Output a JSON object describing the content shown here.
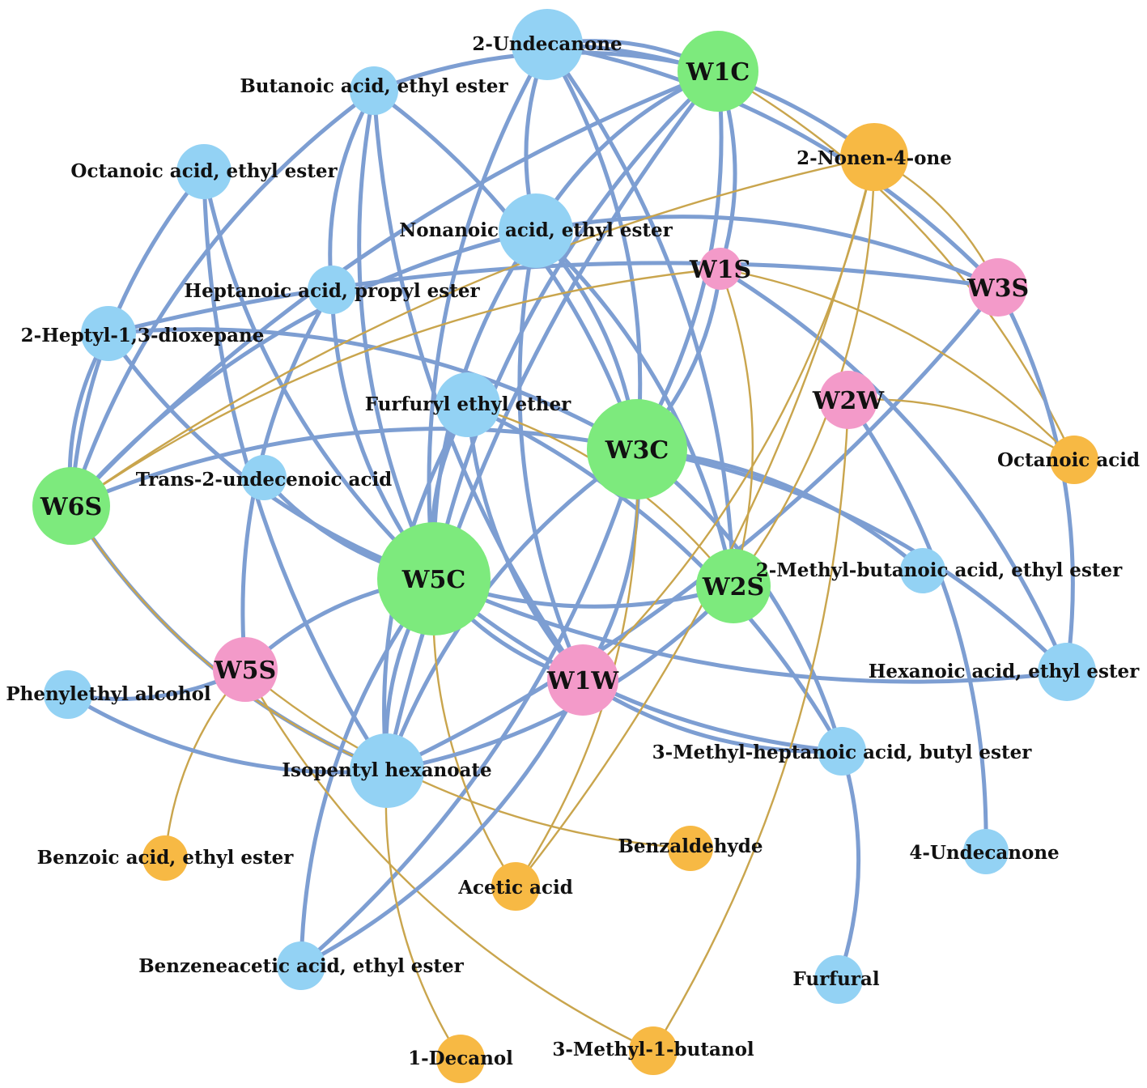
{
  "colors": {
    "sensor_green": "#7dea7d",
    "sensor_pink": "#f39ac9",
    "compound_blue": "#93d2f4",
    "compound_orange": "#f7b944",
    "edge_blue": "#7d9ed2",
    "edge_gold": "#c9a54d",
    "label": "#111111"
  },
  "nodes": [
    {
      "id": "W1C",
      "label": "W1C",
      "group": "sensor_green"
    },
    {
      "id": "W3C",
      "label": "W3C",
      "group": "sensor_green"
    },
    {
      "id": "W5C",
      "label": "W5C",
      "group": "sensor_green"
    },
    {
      "id": "W6S",
      "label": "W6S",
      "group": "sensor_green"
    },
    {
      "id": "W2S",
      "label": "W2S",
      "group": "sensor_green"
    },
    {
      "id": "W1S",
      "label": "W1S",
      "group": "sensor_pink"
    },
    {
      "id": "W3S",
      "label": "W3S",
      "group": "sensor_pink"
    },
    {
      "id": "W2W",
      "label": "W2W",
      "group": "sensor_pink"
    },
    {
      "id": "W5S",
      "label": "W5S",
      "group": "sensor_pink"
    },
    {
      "id": "W1W",
      "label": "W1W",
      "group": "sensor_pink"
    },
    {
      "id": "undecanone2",
      "label": "2-Undecanone",
      "group": "compound_blue"
    },
    {
      "id": "butanoic",
      "label": "Butanoic acid, ethyl ester",
      "group": "compound_blue"
    },
    {
      "id": "octanoicEE",
      "label": "Octanoic acid, ethyl ester",
      "group": "compound_blue"
    },
    {
      "id": "nonanoic",
      "label": "Nonanoic acid, ethyl ester",
      "group": "compound_blue"
    },
    {
      "id": "heptanoic",
      "label": "Heptanoic acid, propyl ester",
      "group": "compound_blue"
    },
    {
      "id": "heptyl",
      "label": "2-Heptyl-1,3-dioxepane",
      "group": "compound_blue"
    },
    {
      "id": "furfuryl",
      "label": "Furfuryl ethyl ether",
      "group": "compound_blue"
    },
    {
      "id": "trans2",
      "label": "Trans-2-undecenoic acid",
      "group": "compound_blue"
    },
    {
      "id": "methylbut",
      "label": "2-Methyl-butanoic acid, ethyl ester",
      "group": "compound_blue"
    },
    {
      "id": "hexanoic",
      "label": "Hexanoic acid, ethyl ester",
      "group": "compound_blue"
    },
    {
      "id": "methylhept",
      "label": "3-Methyl-heptanoic acid, butyl ester",
      "group": "compound_blue"
    },
    {
      "id": "phenyl",
      "label": "Phenylethyl alcohol",
      "group": "compound_blue"
    },
    {
      "id": "isopentyl",
      "label": "Isopentyl hexanoate",
      "group": "compound_blue"
    },
    {
      "id": "undecanone4",
      "label": "4-Undecanone",
      "group": "compound_blue"
    },
    {
      "id": "benzeneacetic",
      "label": "Benzeneacetic acid, ethyl ester",
      "group": "compound_blue"
    },
    {
      "id": "furfural",
      "label": "Furfural",
      "group": "compound_blue"
    },
    {
      "id": "nonen",
      "label": "2-Nonen-4-one",
      "group": "compound_orange"
    },
    {
      "id": "octanoicAcid",
      "label": "Octanoic acid",
      "group": "compound_orange"
    },
    {
      "id": "benzoic",
      "label": "Benzoic acid, ethyl ester",
      "group": "compound_orange"
    },
    {
      "id": "benzaldehyde",
      "label": "Benzaldehyde",
      "group": "compound_orange"
    },
    {
      "id": "acetic",
      "label": "Acetic acid",
      "group": "compound_orange"
    },
    {
      "id": "decanol",
      "label": "1-Decanol",
      "group": "compound_orange"
    },
    {
      "id": "methylbutanol",
      "label": "3-Methyl-1-butanol",
      "group": "compound_orange"
    }
  ],
  "edges": [
    {
      "source": "W1C",
      "target": "undecanone2",
      "type": "blue"
    },
    {
      "source": "W1C",
      "target": "butanoic",
      "type": "blue"
    },
    {
      "source": "W1C",
      "target": "nonanoic",
      "type": "blue"
    },
    {
      "source": "W1C",
      "target": "W1S",
      "type": "blue"
    },
    {
      "source": "W1C",
      "target": "W5C",
      "type": "blue"
    },
    {
      "source": "W1C",
      "target": "W3C",
      "type": "blue"
    },
    {
      "source": "W1C",
      "target": "W6S",
      "type": "blue"
    },
    {
      "source": "W1C",
      "target": "isopentyl",
      "type": "blue"
    },
    {
      "source": "W1C",
      "target": "octanoicAcid",
      "type": "gold"
    },
    {
      "source": "undecanone2",
      "target": "W3S",
      "type": "blue"
    },
    {
      "source": "undecanone2",
      "target": "nonen",
      "type": "blue"
    },
    {
      "source": "undecanone2",
      "target": "W5C",
      "type": "blue"
    },
    {
      "source": "undecanone2",
      "target": "W3C",
      "type": "blue"
    },
    {
      "source": "undecanone2",
      "target": "W2S",
      "type": "blue"
    },
    {
      "source": "undecanone2",
      "target": "nonanoic",
      "type": "blue"
    },
    {
      "source": "butanoic",
      "target": "W6S",
      "type": "blue"
    },
    {
      "source": "butanoic",
      "target": "W5C",
      "type": "blue"
    },
    {
      "source": "butanoic",
      "target": "W3C",
      "type": "blue"
    },
    {
      "source": "butanoic",
      "target": "heptanoic",
      "type": "blue"
    },
    {
      "source": "butanoic",
      "target": "W1W",
      "type": "blue"
    },
    {
      "source": "octanoicEE",
      "target": "W5C",
      "type": "blue"
    },
    {
      "source": "octanoicEE",
      "target": "W6S",
      "type": "blue"
    },
    {
      "source": "octanoicEE",
      "target": "isopentyl",
      "type": "blue"
    },
    {
      "source": "nonanoic",
      "target": "W3S",
      "type": "blue"
    },
    {
      "source": "nonanoic",
      "target": "W5C",
      "type": "blue"
    },
    {
      "source": "nonanoic",
      "target": "W3C",
      "type": "blue"
    },
    {
      "source": "nonanoic",
      "target": "W6S",
      "type": "blue"
    },
    {
      "source": "nonanoic",
      "target": "W1W",
      "type": "blue"
    },
    {
      "source": "nonanoic",
      "target": "W2S",
      "type": "blue"
    },
    {
      "source": "heptanoic",
      "target": "W5C",
      "type": "blue"
    },
    {
      "source": "heptanoic",
      "target": "W5S",
      "type": "blue"
    },
    {
      "source": "heptyl",
      "target": "W6S",
      "type": "blue"
    },
    {
      "source": "heptyl",
      "target": "W5C",
      "type": "blue"
    },
    {
      "source": "heptyl",
      "target": "W3C",
      "type": "blue"
    },
    {
      "source": "heptyl",
      "target": "W3S",
      "type": "blue"
    },
    {
      "source": "furfuryl",
      "target": "W5C",
      "type": "blue"
    },
    {
      "source": "furfuryl",
      "target": "W1W",
      "type": "blue"
    },
    {
      "source": "furfuryl",
      "target": "methylhept",
      "type": "blue"
    },
    {
      "source": "furfuryl",
      "target": "isopentyl",
      "type": "blue"
    },
    {
      "source": "trans2",
      "target": "W5C",
      "type": "blue"
    },
    {
      "source": "W6S",
      "target": "W3C",
      "type": "blue"
    },
    {
      "source": "W6S",
      "target": "isopentyl",
      "type": "blue"
    },
    {
      "source": "W6S",
      "target": "W1S",
      "type": "gold"
    },
    {
      "source": "W6S",
      "target": "nonen",
      "type": "gold"
    },
    {
      "source": "W6S",
      "target": "isopentyl",
      "type": "gold"
    },
    {
      "source": "W3C",
      "target": "hexanoic",
      "type": "blue"
    },
    {
      "source": "W3C",
      "target": "methylbut",
      "type": "blue"
    },
    {
      "source": "W3C",
      "target": "methylhept",
      "type": "blue"
    },
    {
      "source": "W3C",
      "target": "isopentyl",
      "type": "blue"
    },
    {
      "source": "W3C",
      "target": "W1S",
      "type": "blue"
    },
    {
      "source": "W3C",
      "target": "W1W",
      "type": "blue"
    },
    {
      "source": "W3C",
      "target": "benzeneacetic",
      "type": "blue"
    },
    {
      "source": "W3C",
      "target": "acetic",
      "type": "gold"
    },
    {
      "source": "W5C",
      "target": "hexanoic",
      "type": "blue"
    },
    {
      "source": "W5C",
      "target": "methylhept",
      "type": "blue"
    },
    {
      "source": "W5C",
      "target": "isopentyl",
      "type": "blue"
    },
    {
      "source": "W5C",
      "target": "W5S",
      "type": "blue"
    },
    {
      "source": "W5C",
      "target": "W2S",
      "type": "blue"
    },
    {
      "source": "W5C",
      "target": "W1W",
      "type": "blue"
    },
    {
      "source": "W5C",
      "target": "benzeneacetic",
      "type": "blue"
    },
    {
      "source": "W5C",
      "target": "acetic",
      "type": "gold"
    },
    {
      "source": "W2S",
      "target": "isopentyl",
      "type": "blue"
    },
    {
      "source": "W3S",
      "target": "isopentyl",
      "type": "blue"
    },
    {
      "source": "W3S",
      "target": "hexanoic",
      "type": "blue"
    },
    {
      "source": "W3S",
      "target": "nonen",
      "type": "gold"
    },
    {
      "source": "W2W",
      "target": "undecanone4",
      "type": "blue"
    },
    {
      "source": "W2W",
      "target": "octanoicAcid",
      "type": "gold"
    },
    {
      "source": "W2W",
      "target": "methylbutanol",
      "type": "gold"
    },
    {
      "source": "W1S",
      "target": "hexanoic",
      "type": "blue"
    },
    {
      "source": "W1S",
      "target": "octanoicAcid",
      "type": "gold"
    },
    {
      "source": "W1S",
      "target": "W2S",
      "type": "gold"
    },
    {
      "source": "W5S",
      "target": "phenyl",
      "type": "blue"
    },
    {
      "source": "W5S",
      "target": "benzoic",
      "type": "gold"
    },
    {
      "source": "W5S",
      "target": "benzaldehyde",
      "type": "gold"
    },
    {
      "source": "W5S",
      "target": "methylbutanol",
      "type": "gold"
    },
    {
      "source": "phenyl",
      "target": "isopentyl",
      "type": "blue"
    },
    {
      "source": "W1W",
      "target": "methylhept",
      "type": "blue"
    },
    {
      "source": "W1W",
      "target": "benzeneacetic",
      "type": "blue"
    },
    {
      "source": "W1W",
      "target": "nonen",
      "type": "gold"
    },
    {
      "source": "methylhept",
      "target": "furfural",
      "type": "blue"
    },
    {
      "source": "isopentyl",
      "target": "decanol",
      "type": "gold"
    },
    {
      "source": "nonen",
      "target": "acetic",
      "type": "gold"
    },
    {
      "source": "nonen",
      "target": "W2S",
      "type": "gold"
    },
    {
      "source": "furfuryl",
      "target": "W2S",
      "type": "gold"
    }
  ]
}
